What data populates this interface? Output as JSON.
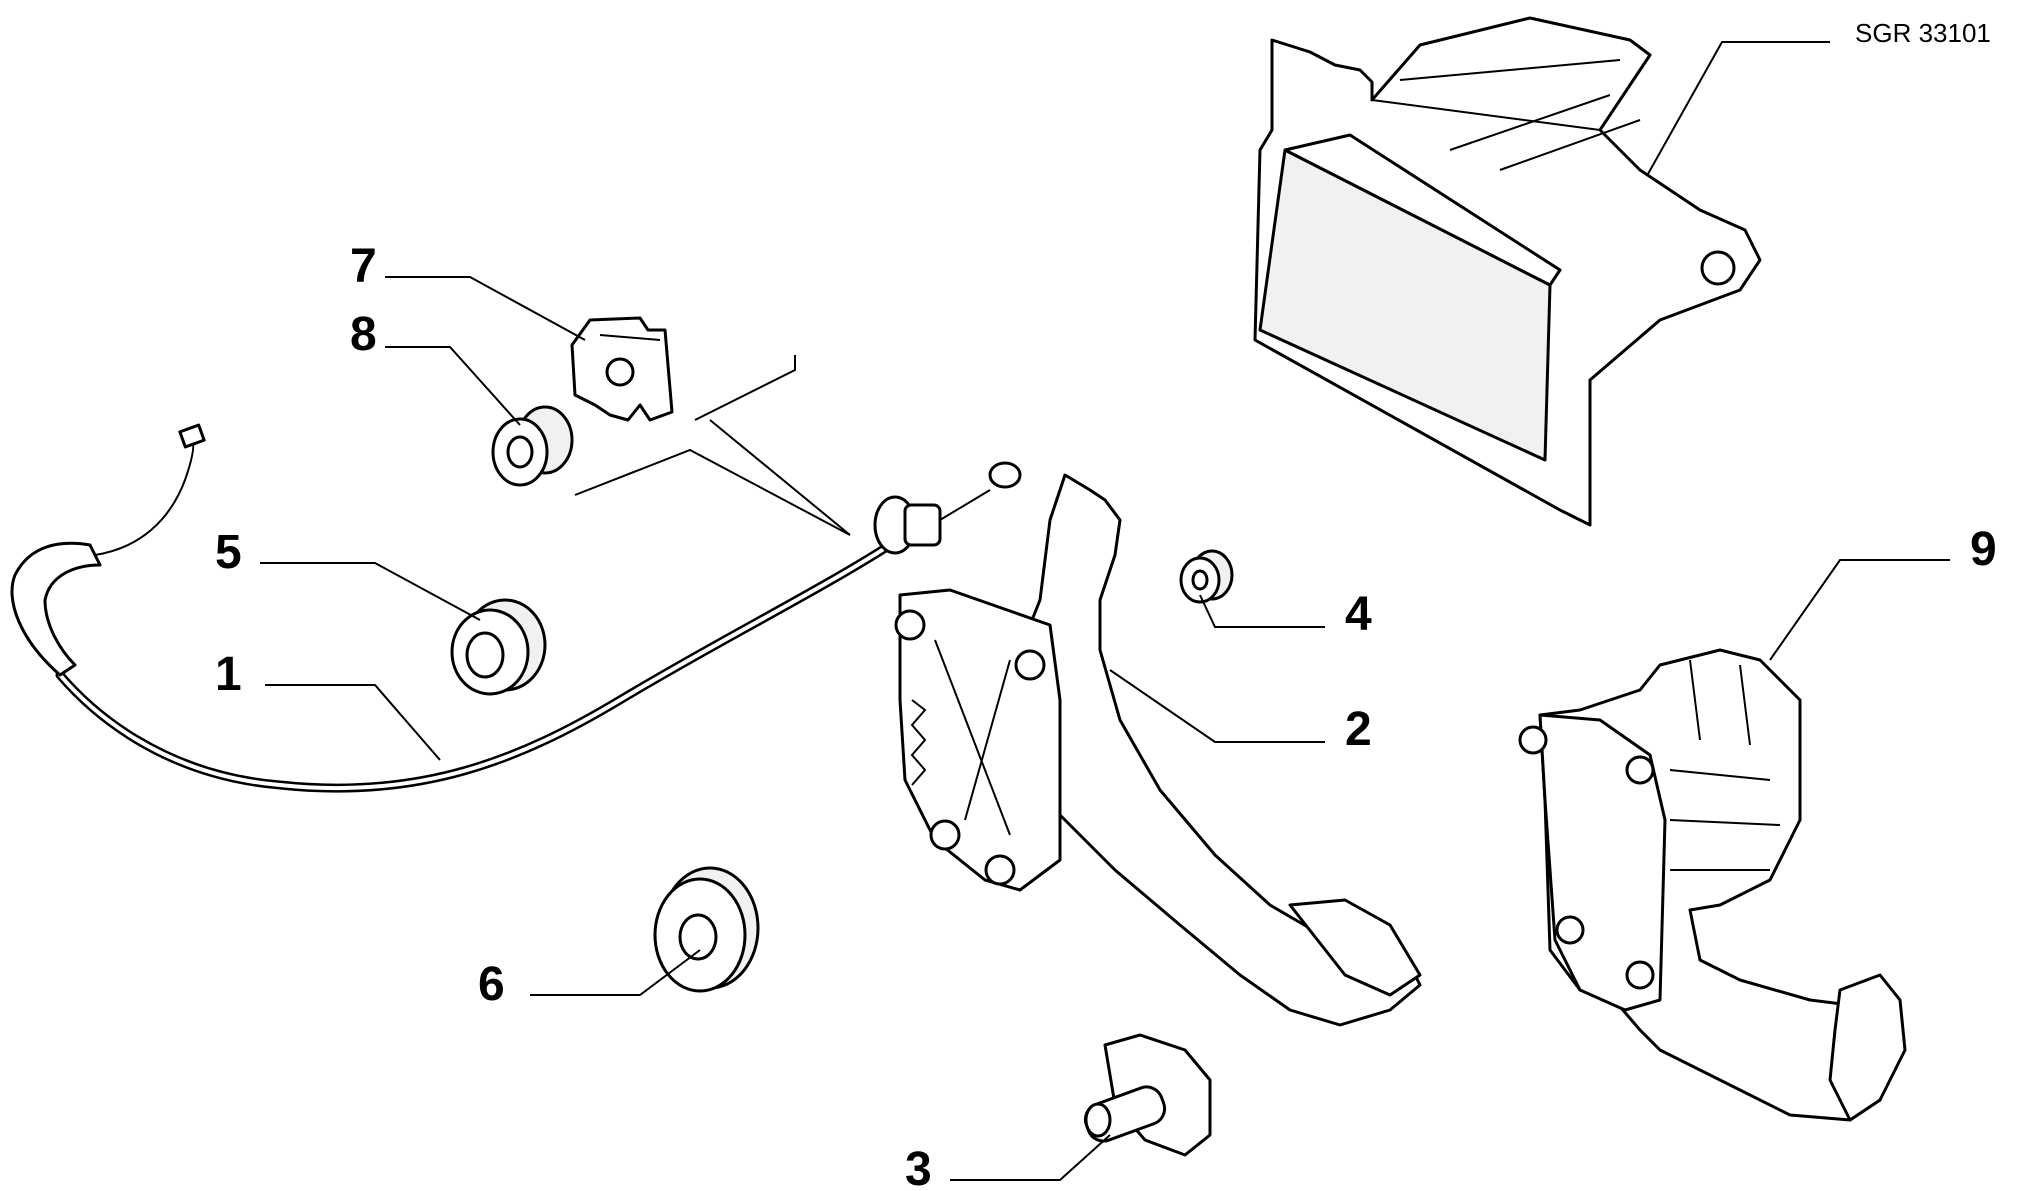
{
  "diagram": {
    "reference_code": "SGR 33101",
    "callouts": [
      {
        "id": "1",
        "text": "1"
      },
      {
        "id": "2",
        "text": "2"
      },
      {
        "id": "3",
        "text": "3"
      },
      {
        "id": "4",
        "text": "4"
      },
      {
        "id": "5",
        "text": "5"
      },
      {
        "id": "6",
        "text": "6"
      },
      {
        "id": "7",
        "text": "7"
      },
      {
        "id": "8",
        "text": "8"
      },
      {
        "id": "9",
        "text": "9"
      }
    ]
  }
}
